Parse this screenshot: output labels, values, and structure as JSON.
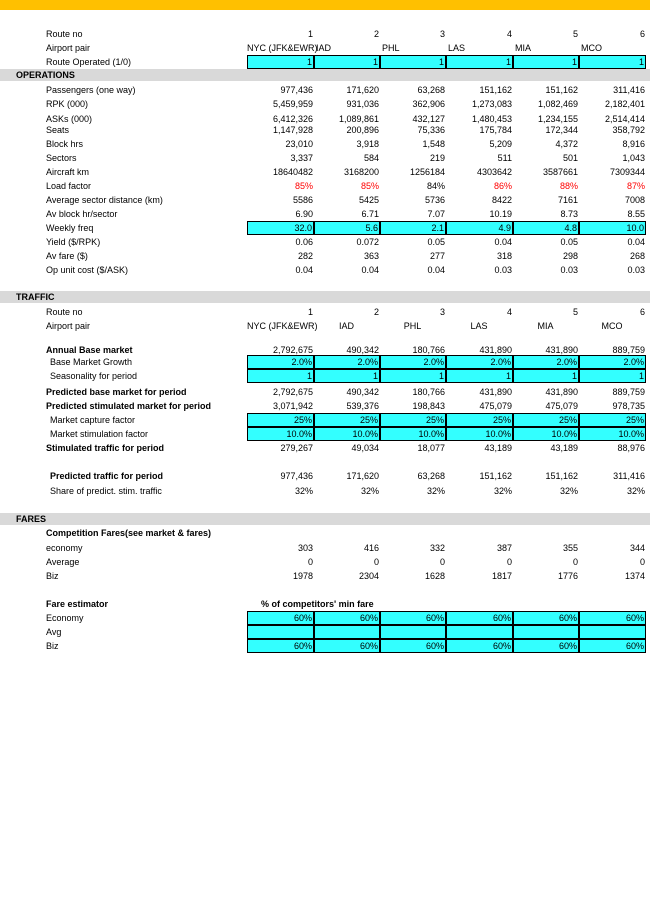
{
  "routes": {
    "route_no_label": "Route no",
    "route_no": [
      "1",
      "2",
      "3",
      "4",
      "5",
      "6"
    ],
    "pair_label": "Airport pair",
    "pairs": [
      "NYC (JFK&EWR)",
      "IAD",
      "PHL",
      "LAS",
      "MIA",
      "MCO"
    ],
    "operated_label": "Route Operated (1/0)",
    "operated": [
      "1",
      "1",
      "1",
      "1",
      "1",
      "1"
    ]
  },
  "operations": {
    "title": "OPERATIONS",
    "rows": [
      {
        "label": "Passengers (one way)",
        "values": [
          "977,436",
          "171,620",
          "63,268",
          "151,162",
          "151,162",
          "311,416"
        ]
      },
      {
        "label": "RPK (000)",
        "values": [
          "5,459,959",
          "931,036",
          "362,906",
          "1,273,083",
          "1,082,469",
          "2,182,401"
        ]
      },
      {
        "label": "ASKs (000)",
        "values": [
          "6,412,326",
          "1,089,861",
          "432,127",
          "1,480,453",
          "1,234,155",
          "2,514,414"
        ]
      },
      {
        "label": "Seats",
        "values": [
          "1,147,928",
          "200,896",
          "75,336",
          "175,784",
          "172,344",
          "358,792"
        ]
      },
      {
        "label": "Block hrs",
        "values": [
          "23,010",
          "3,918",
          "1,548",
          "5,209",
          "4,372",
          "8,916"
        ]
      },
      {
        "label": "Sectors",
        "values": [
          "3,337",
          "584",
          "219",
          "511",
          "501",
          "1,043"
        ]
      },
      {
        "label": "Aircraft km",
        "values": [
          "18640482",
          "3168200",
          "1256184",
          "4303642",
          "3587661",
          "7309344"
        ]
      },
      {
        "label": "Load factor",
        "values": [
          "85%",
          "85%",
          "84%",
          "86%",
          "88%",
          "87%"
        ]
      },
      {
        "label": "Average sector distance (km)",
        "values": [
          "5586",
          "5425",
          "5736",
          "8422",
          "7161",
          "7008"
        ]
      },
      {
        "label": "Av block hr/sector",
        "values": [
          "6.90",
          "6.71",
          "7.07",
          "10.19",
          "8.73",
          "8.55"
        ]
      },
      {
        "label": "Weekly freq",
        "values": [
          "32.0",
          "5.6",
          "2.1",
          "4.9",
          "4.8",
          "10.0"
        ]
      },
      {
        "label": "Yield ($/RPK)",
        "values": [
          "0.06",
          "0.072",
          "0.05",
          "0.04",
          "0.05",
          "0.04"
        ]
      },
      {
        "label": "Av fare ($)",
        "values": [
          "282",
          "363",
          "277",
          "318",
          "298",
          "268"
        ]
      },
      {
        "label": "Op unit cost ($/ASK)",
        "values": [
          "0.04",
          "0.04",
          "0.04",
          "0.03",
          "0.03",
          "0.03"
        ]
      }
    ]
  },
  "traffic": {
    "title": "TRAFFIC",
    "route_no_label": "Route no",
    "pair_label": "Airport pair",
    "rows": [
      {
        "label": "Annual Base market",
        "values": [
          "2,792,675",
          "490,342",
          "180,766",
          "431,890",
          "431,890",
          "889,759"
        ]
      },
      {
        "label": "Base Market Growth",
        "values": [
          "2.0%",
          "2.0%",
          "2.0%",
          "2.0%",
          "2.0%",
          "2.0%"
        ]
      },
      {
        "label": "Seasonality for period",
        "values": [
          "1",
          "1",
          "1",
          "1",
          "1",
          "1"
        ]
      },
      {
        "label": "Predicted base market for period",
        "values": [
          "2,792,675",
          "490,342",
          "180,766",
          "431,890",
          "431,890",
          "889,759"
        ]
      },
      {
        "label": "Predicted stimulated market for period",
        "values": [
          "3,071,942",
          "539,376",
          "198,843",
          "475,079",
          "475,079",
          "978,735"
        ]
      },
      {
        "label": "Market capture factor",
        "values": [
          "25%",
          "25%",
          "25%",
          "25%",
          "25%",
          "25%"
        ]
      },
      {
        "label": "Market stimulation factor",
        "values": [
          "10.0%",
          "10.0%",
          "10.0%",
          "10.0%",
          "10.0%",
          "10.0%"
        ]
      },
      {
        "label": "Stimulated traffic for period",
        "values": [
          "279,267",
          "49,034",
          "18,077",
          "43,189",
          "43,189",
          "88,976"
        ]
      },
      {
        "label": "Predicted traffic for period",
        "values": [
          "977,436",
          "171,620",
          "63,268",
          "151,162",
          "151,162",
          "311,416"
        ]
      },
      {
        "label": "Share of predict. stim. traffic",
        "values": [
          "32%",
          "32%",
          "32%",
          "32%",
          "32%",
          "32%"
        ]
      }
    ]
  },
  "fares": {
    "title": "FARES",
    "competition_label": "Competition Fares(see market & fares)",
    "competition_rows": [
      {
        "label": "economy",
        "values": [
          "303",
          "416",
          "332",
          "387",
          "355",
          "344"
        ]
      },
      {
        "label": "Average",
        "values": [
          "0",
          "0",
          "0",
          "0",
          "0",
          "0"
        ]
      },
      {
        "label": "Biz",
        "values": [
          "1978",
          "2304",
          "1628",
          "1817",
          "1776",
          "1374"
        ]
      }
    ],
    "estimator_label": "Fare estimator",
    "estimator_sub": "% of competitors' min fare",
    "estimator_rows": [
      {
        "label": "Economy",
        "values": [
          "60%",
          "60%",
          "60%",
          "60%",
          "60%",
          "60%"
        ]
      },
      {
        "label": "Avg",
        "values": [
          "",
          "",
          "",
          "",
          "",
          ""
        ]
      },
      {
        "label": "Biz",
        "values": [
          "60%",
          "60%",
          "60%",
          "60%",
          "60%",
          "60%"
        ]
      }
    ]
  },
  "colors": {
    "header_bar": "#ffc000",
    "input_cell": "#33ffff",
    "section_band": "#d9d9d9",
    "warning_text": "#ff0000"
  }
}
